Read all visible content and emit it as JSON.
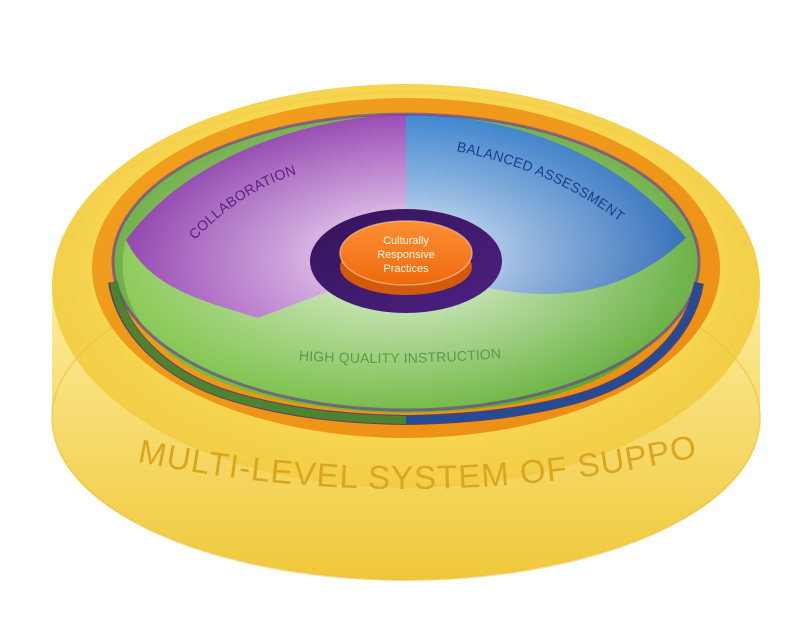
{
  "diagram": {
    "outer_label": "MULTI-LEVEL SYSTEM OF SUPPORT",
    "center_label_lines": [
      "Culturally",
      "Responsive",
      "Practices"
    ],
    "segments": [
      {
        "key": "collaboration",
        "label": "COLLABORATION",
        "color": "#7B1FA2"
      },
      {
        "key": "balanced-assessment",
        "label": "BALANCED ASSESSMENT",
        "color": "#1565C0"
      },
      {
        "key": "high-quality-instruction",
        "label": "HIGH QUALITY INSTRUCTION",
        "color": "#5BAA2A"
      }
    ],
    "colors": {
      "outer_base": "#F5D54A",
      "outer_rim": "#F7C92B",
      "inner_ring": "#F29B1B",
      "text_gold": "#D8A71F",
      "center_core": "#F27A1A",
      "center_ring": "#3F176B"
    }
  }
}
